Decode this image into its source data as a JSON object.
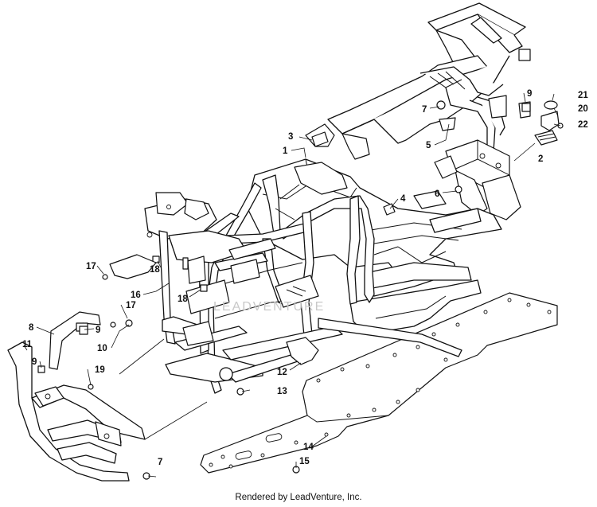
{
  "footer": {
    "text": "Rendered by LeadVenture, Inc."
  },
  "watermark": {
    "text": "LEADVENTURE"
  },
  "callouts": [
    {
      "id": "c1",
      "label": "1"
    },
    {
      "id": "c2",
      "label": "2"
    },
    {
      "id": "c3",
      "label": "3"
    },
    {
      "id": "c4",
      "label": "4"
    },
    {
      "id": "c5",
      "label": "5"
    },
    {
      "id": "c6",
      "label": "6"
    },
    {
      "id": "c7a",
      "label": "7"
    },
    {
      "id": "c7b",
      "label": "7"
    },
    {
      "id": "c8",
      "label": "8"
    },
    {
      "id": "c9a",
      "label": "9"
    },
    {
      "id": "c9b",
      "label": "9"
    },
    {
      "id": "c9c",
      "label": "9"
    },
    {
      "id": "c10",
      "label": "10"
    },
    {
      "id": "c11",
      "label": "11"
    },
    {
      "id": "c12",
      "label": "12"
    },
    {
      "id": "c13",
      "label": "13"
    },
    {
      "id": "c14",
      "label": "14"
    },
    {
      "id": "c15",
      "label": "15"
    },
    {
      "id": "c16",
      "label": "16"
    },
    {
      "id": "c17a",
      "label": "17"
    },
    {
      "id": "c17b",
      "label": "17"
    },
    {
      "id": "c18a",
      "label": "18"
    },
    {
      "id": "c18b",
      "label": "18"
    },
    {
      "id": "c19",
      "label": "19"
    },
    {
      "id": "c20",
      "label": "20"
    },
    {
      "id": "c21",
      "label": "21"
    },
    {
      "id": "c22",
      "label": "22"
    }
  ]
}
